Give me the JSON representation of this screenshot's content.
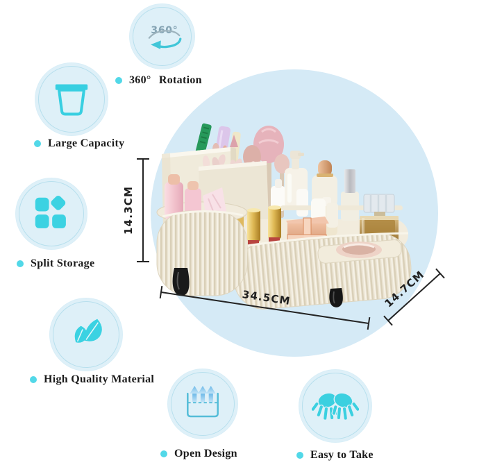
{
  "features": [
    {
      "label": "360° Rotation",
      "badge": "360°",
      "icon": "rotation-360-icon"
    },
    {
      "label": "Large Capacity",
      "icon": "storage-basket-icon"
    },
    {
      "label": "Split Storage",
      "icon": "grid-blocks-icon"
    },
    {
      "label": "High Quality Material",
      "icon": "leaves-icon"
    },
    {
      "label": "Open Design",
      "icon": "open-top-arrows-icon"
    },
    {
      "label": "Easy to Take",
      "icon": "open-hands-icon"
    }
  ],
  "dimensions": {
    "height": "14.3CM",
    "width": "34.5CM",
    "depth": "14.7CM"
  },
  "colors": {
    "accent_cyan": "#3bd2e2",
    "icon_circle_bg": "#def0f8",
    "hero_circle_bg": "#d5eaf6",
    "label_text": "#1b1b1b",
    "dimension_line": "#242424",
    "organizer_cream": "#efe9d9"
  }
}
